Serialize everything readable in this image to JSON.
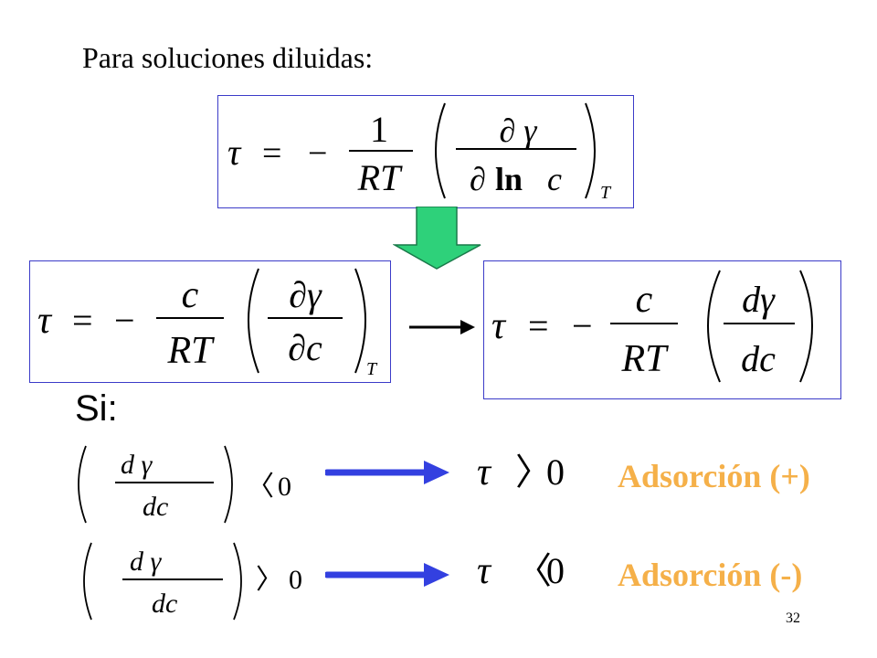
{
  "intro": "Para soluciones diluidas:",
  "si_label": "Si:",
  "page_number": "32",
  "colors": {
    "box_border": "#3b3bc8",
    "green_arrow": "#2ed17a",
    "blue_arrow": "#3340e0",
    "label_orange": "#f5b049"
  },
  "eq_main": {
    "lhs": "τ",
    "eq": "=",
    "minus": "−",
    "num": "1",
    "den": "RT",
    "inner_num": "∂ γ",
    "inner_den_d": "∂",
    "inner_den_ln": "ln",
    "inner_den_c": "c",
    "sub": "T"
  },
  "eq_left": {
    "lhs": "τ",
    "eq": "=",
    "minus": "−",
    "num": "c",
    "den": "RT",
    "inner_num": "∂γ",
    "inner_den": "∂c",
    "sub": "T"
  },
  "eq_right": {
    "lhs": "τ",
    "eq": "=",
    "minus": "−",
    "num": "c",
    "den": "RT",
    "inner_num": "dγ",
    "inner_den": "dc"
  },
  "cond1": {
    "num": "d  γ",
    "den": "dc",
    "relation": "〈",
    "zero": "0",
    "result_tau": "τ",
    "result_rel": "〉",
    "result_zero": "0",
    "label": "Adsorción (+)"
  },
  "cond2": {
    "num": "d  γ",
    "den": "dc",
    "relation": "〉",
    "zero": "0",
    "result_tau": "τ",
    "result_rel": "〈",
    "result_zero": "0",
    "label": "Adsorción (-)"
  }
}
